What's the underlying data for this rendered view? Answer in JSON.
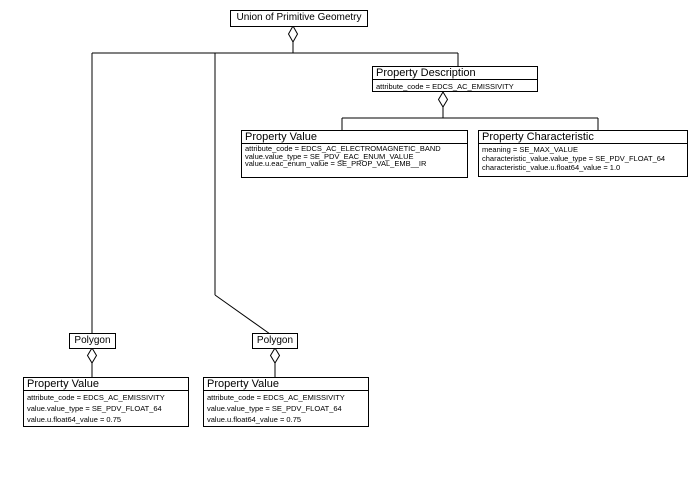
{
  "diagram_title": "Union of Primitive Geometry aggregation diagram",
  "colors": {
    "background": "#ffffff",
    "line": "#000000",
    "box_fill": "#ffffff",
    "text": "#000000"
  },
  "boxes": {
    "union": {
      "title": "Union of Primitive Geometry"
    },
    "property_description": {
      "title": "Property Description",
      "attributes": [
        "attribute_code = EDCS_AC_EMISSIVITY"
      ]
    },
    "property_value_band": {
      "title": "Property Value",
      "attributes": [
        "attribute_code = EDCS_AC_ELECTROMAGNETIC_BAND",
        "value.value_type = SE_PDV_EAC_ENUM_VALUE",
        "value.u.eac_enum_value = SE_PROP_VAL_EMB__IR"
      ]
    },
    "property_characteristic": {
      "title": "Property Characteristic",
      "attributes": [
        "meaning = SE_MAX_VALUE",
        "characteristic_value.value_type = SE_PDV_FLOAT_64",
        "characteristic_value.u.float64_value = 1.0"
      ]
    },
    "polygon_left": {
      "title": "Polygon"
    },
    "polygon_middle": {
      "title": "Polygon"
    },
    "property_value_left": {
      "title": "Property Value",
      "attributes": [
        "attribute_code = EDCS_AC_EMISSIVITY",
        "value.value_type = SE_PDV_FLOAT_64",
        "value.u.float64_value = 0.75"
      ]
    },
    "property_value_middle": {
      "title": "Property Value",
      "attributes": [
        "attribute_code = EDCS_AC_EMISSIVITY",
        "value.value_type = SE_PDV_FLOAT_64",
        "value.u.float64_value = 0.75"
      ]
    }
  }
}
